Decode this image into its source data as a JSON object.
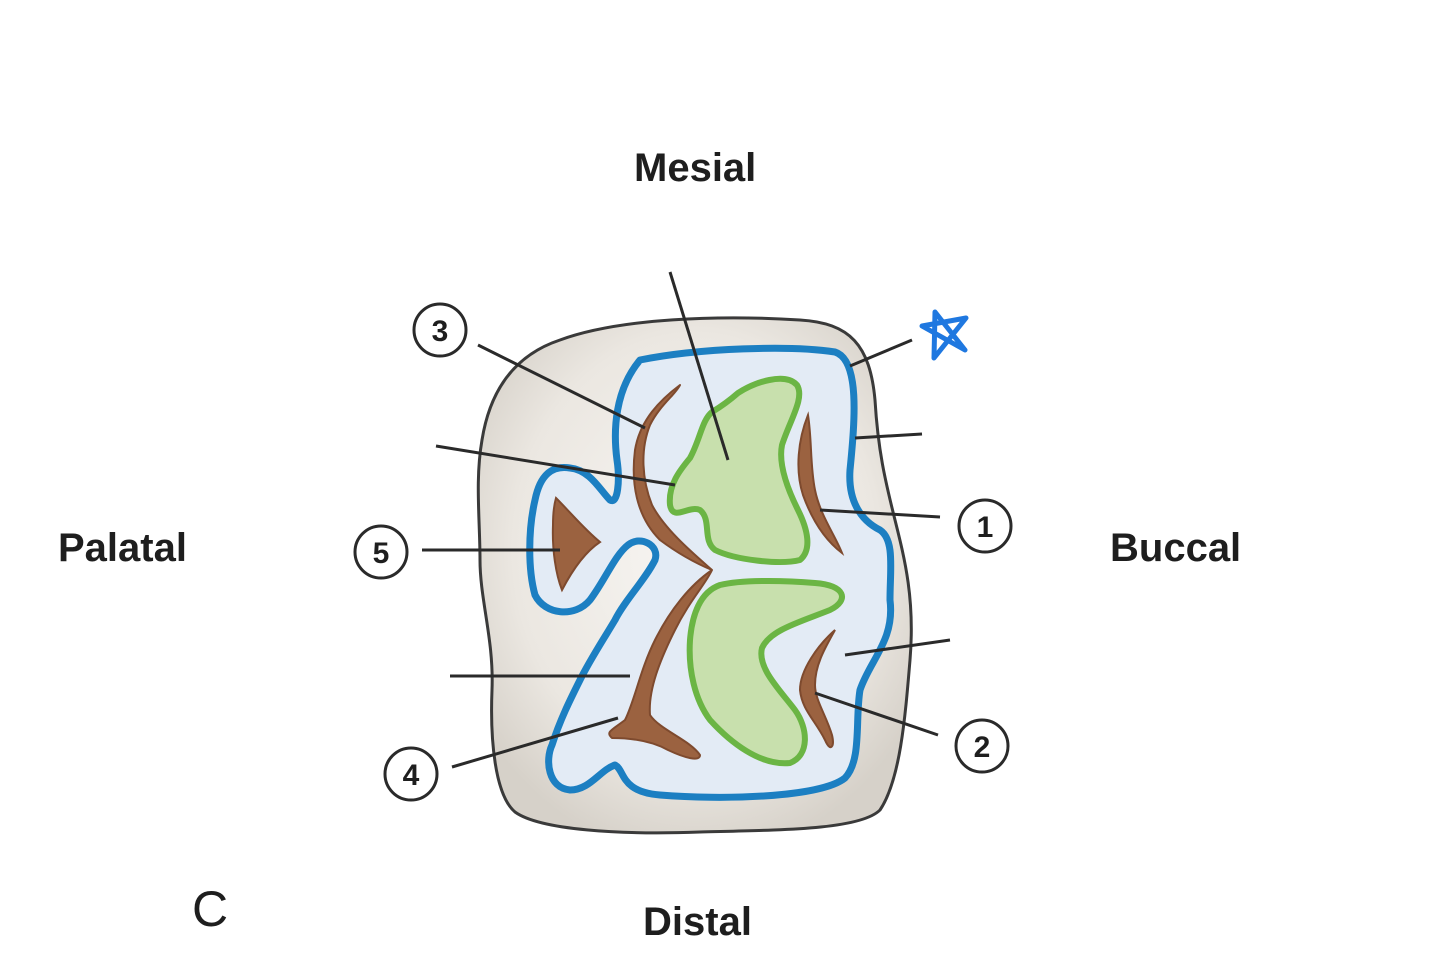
{
  "labels": {
    "mesial": "Mesial",
    "palatal": "Palatal",
    "buccal": "Buccal",
    "distal": "Distal",
    "panel": "C"
  },
  "callouts": {
    "c1": "1",
    "c2": "2",
    "c3": "3",
    "c4": "4",
    "c5": "5"
  },
  "colors": {
    "tooth_outer": "#e6e2dc",
    "tooth_outline": "#3a3a3a",
    "inner_surface": "#e3ebf5",
    "blue_outline": "#1c7fc2",
    "dentin_fill": "#c8e0ad",
    "dentin_outline": "#6bb544",
    "ridge_brown": "#9b6240",
    "leader_line": "#2a2a2a",
    "star_mark": "#1f78e0"
  },
  "icons": {
    "star": "hand-drawn-star-icon"
  }
}
